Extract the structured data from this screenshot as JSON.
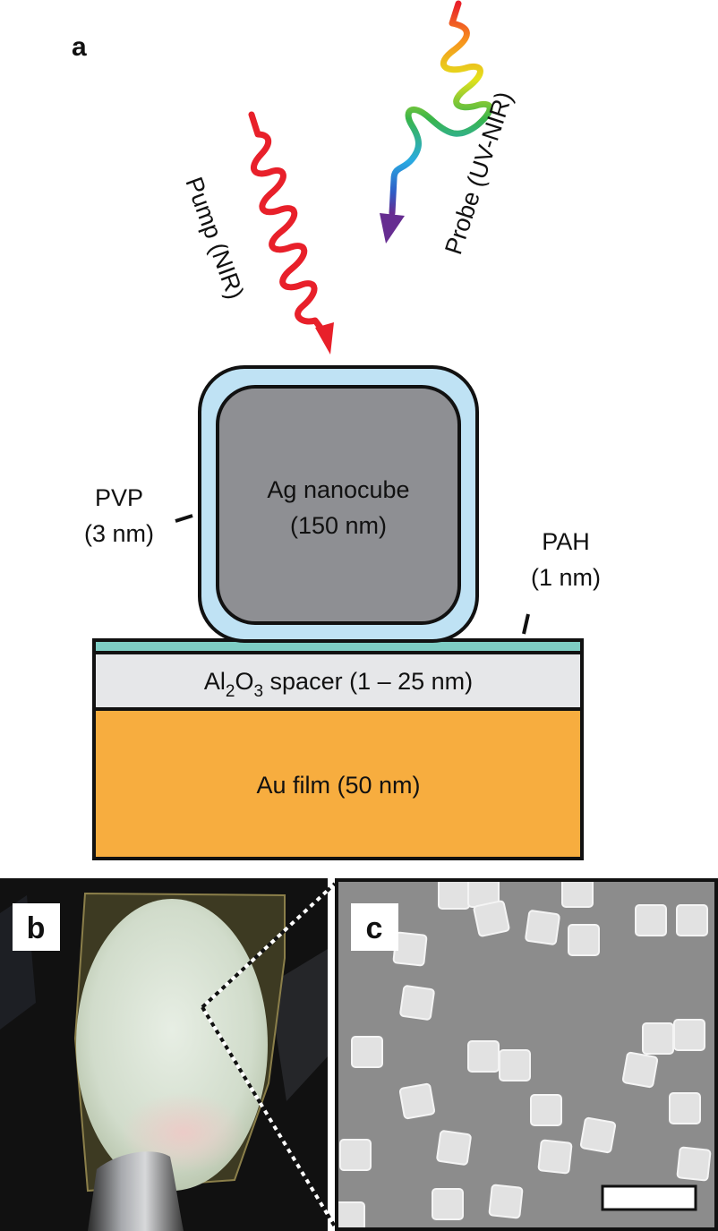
{
  "panel_a": {
    "label": "a",
    "pump_label": "Pump (NIR)",
    "probe_label": "Probe (UV-NIR)",
    "nanocube_label_line1": "Ag nanocube",
    "nanocube_label_line2": "(150 nm)",
    "pvp_label_line1": "PVP",
    "pvp_label_line2": "(3 nm)",
    "pah_label_line1": "PAH",
    "pah_label_line2": "(1 nm)",
    "spacer_prefix": "Al",
    "spacer_sub1": "2",
    "spacer_mid": "O",
    "spacer_sub2": "3",
    "spacer_suffix": " spacer (1 – 25 nm)",
    "film_label": "Au film (50 nm)"
  },
  "panel_b": {
    "label": "b"
  },
  "panel_c": {
    "label": "c"
  },
  "colors": {
    "pump_wave": "#e8202a",
    "nanocube_fill": "#8e8f93",
    "pvp_shell": "#bfe2f4",
    "pah_layer": "#7ecdc4",
    "spacer_fill": "#e6e7e9",
    "gold_film": "#f7ad3f",
    "sem_background": "#8c8c8c",
    "cube_fill": "#e2e2e2"
  },
  "icons": [
    "pump-arrow-icon",
    "probe-arrow-icon"
  ]
}
